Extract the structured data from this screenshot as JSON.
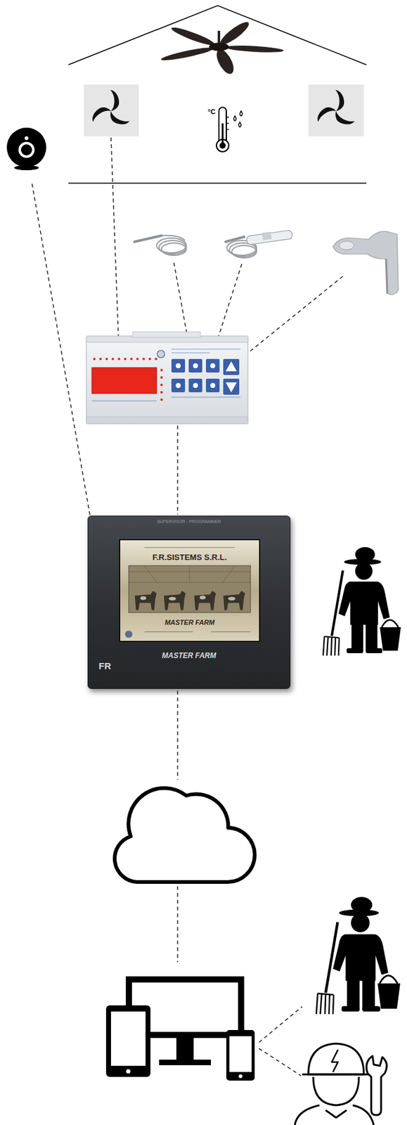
{
  "diagram": {
    "nodes": [
      {
        "text": [
          "SUPERVISOR - PROGRAMMER",
          "MASTER FARM"
        ]
      },
      {
        "text": [
          "F.R.SISTEMS S.R.L.",
          "MASTER FARM"
        ],
        "in": 0
      }
    ],
    "labels": [
      "°C",
      "FR"
    ]
  }
}
